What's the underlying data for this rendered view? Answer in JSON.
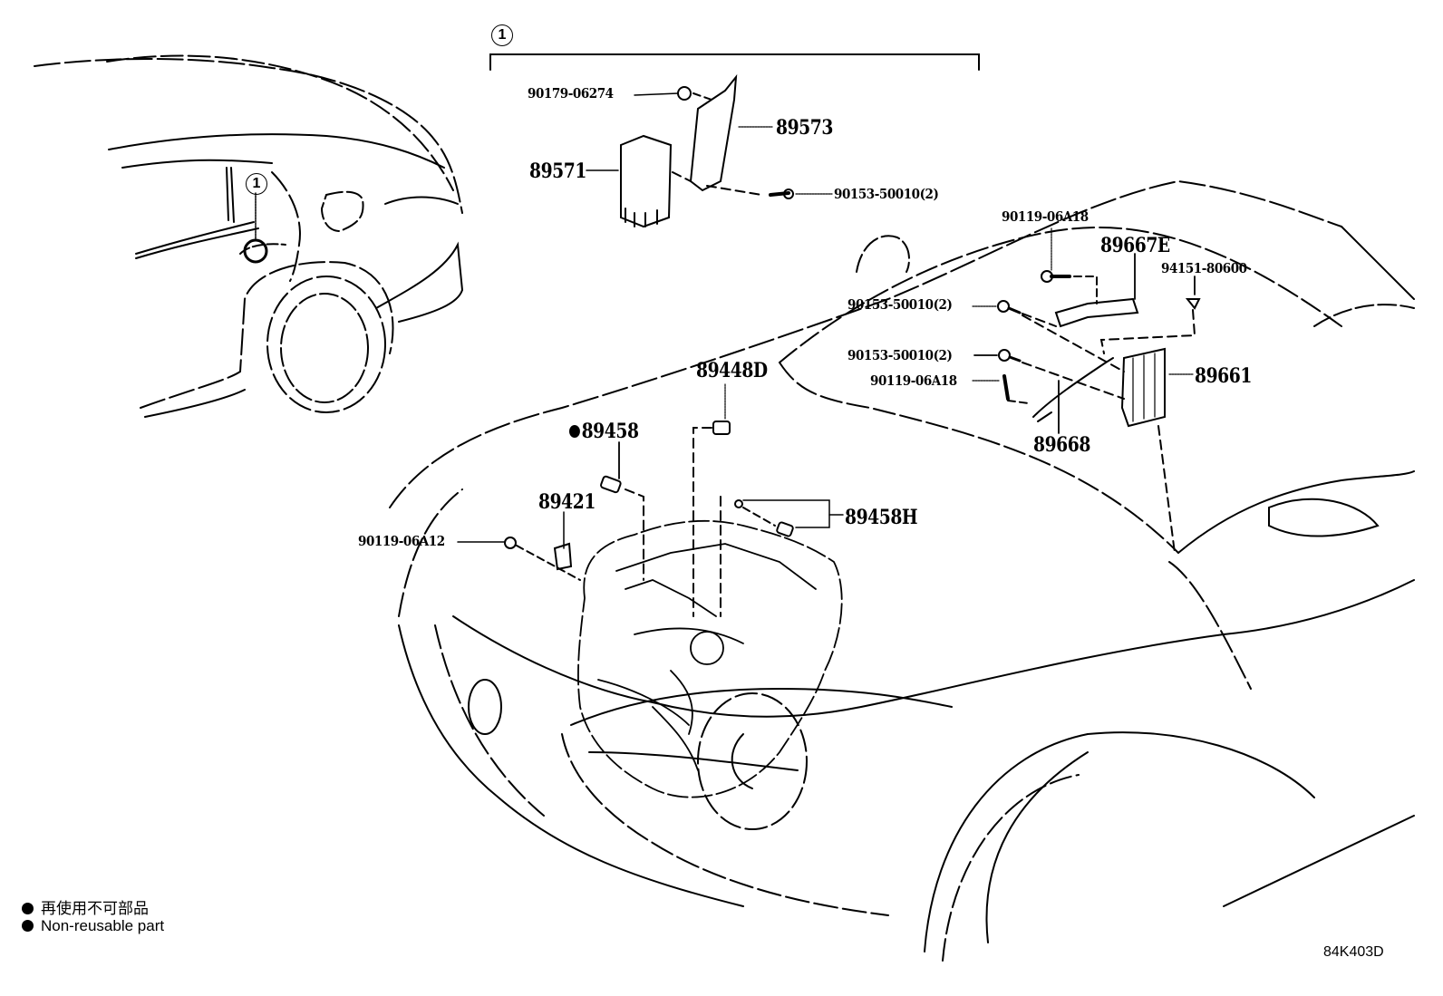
{
  "diagram": {
    "callout_ref": "1",
    "group_bracket_ref": "1",
    "parts": {
      "p90179_06274": "90179-06274",
      "p89573": "89573",
      "p89571": "89571",
      "p90153_50010_top": "90153-50010(2)",
      "p90119_06A18_top": "90119-06A18",
      "p89667E": "89667E",
      "p94151_80600": "94151-80600",
      "p90153_50010_mid1": "90153-50010(2)",
      "p90153_50010_mid2": "90153-50010(2)",
      "p90119_06A18_mid": "90119-06A18",
      "p89661": "89661",
      "p89668": "89668",
      "p89448D": "89448D",
      "p89458": "89458",
      "p89421": "89421",
      "p89458H": "89458H",
      "p90119_06A12": "90119-06A12"
    },
    "legend": {
      "jp": "再使用不可部品",
      "en": "Non-reusable part"
    },
    "illustration_code": "84K403D"
  }
}
